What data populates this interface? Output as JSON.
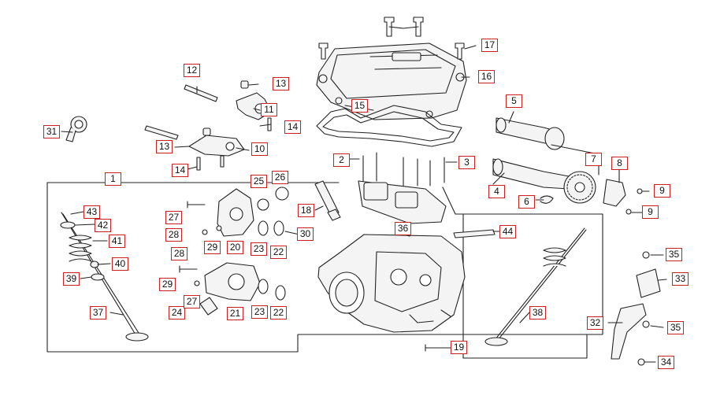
{
  "diagram": {
    "colors": {
      "label_border": "#cc1f1f",
      "line": "#222222",
      "part_fill": "#f4f4f4"
    },
    "callouts": {
      "c1": "1",
      "c2": "2",
      "c3": "3",
      "c4": "4",
      "c5": "5",
      "c6": "6",
      "c7": "7",
      "c8": "8",
      "c9a": "9",
      "c9b": "9",
      "c10": "10",
      "c11": "11",
      "c12": "12",
      "c13a": "13",
      "c13b": "13",
      "c14a": "14",
      "c14b": "14",
      "c15": "15",
      "c16": "16",
      "c17": "17",
      "c18": "18",
      "c19": "19",
      "c20": "20",
      "c21": "21",
      "c22a": "22",
      "c22b": "22",
      "c23a": "23",
      "c23b": "23",
      "c24": "24",
      "c25": "25",
      "c26": "26",
      "c27a": "27",
      "c27b": "27",
      "c28a": "28",
      "c28b": "28",
      "c29a": "29",
      "c29b": "29",
      "c30": "30",
      "c31": "31",
      "c32": "32",
      "c33": "33",
      "c34": "34",
      "c35a": "35",
      "c35b": "35",
      "c36": "36",
      "c37": "37",
      "c38": "38",
      "c39": "39",
      "c40": "40",
      "c41": "41",
      "c42": "42",
      "c43": "43",
      "c44": "44"
    }
  }
}
